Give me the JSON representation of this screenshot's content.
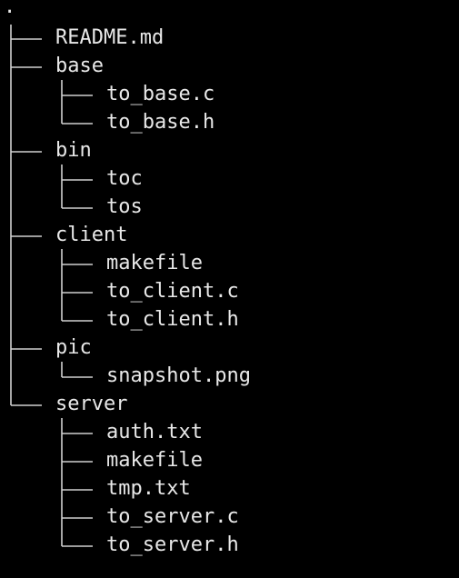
{
  "terminal": {
    "root": ".",
    "tree": [
      {
        "name": "README.md",
        "depth": 0,
        "kind": "file"
      },
      {
        "name": "base",
        "depth": 0,
        "kind": "dir"
      },
      {
        "name": "to_base.c",
        "depth": 1,
        "kind": "file"
      },
      {
        "name": "to_base.h",
        "depth": 1,
        "kind": "file"
      },
      {
        "name": "bin",
        "depth": 0,
        "kind": "dir"
      },
      {
        "name": "toc",
        "depth": 1,
        "kind": "file"
      },
      {
        "name": "tos",
        "depth": 1,
        "kind": "file"
      },
      {
        "name": "client",
        "depth": 0,
        "kind": "dir"
      },
      {
        "name": "makefile",
        "depth": 1,
        "kind": "file"
      },
      {
        "name": "to_client.c",
        "depth": 1,
        "kind": "file"
      },
      {
        "name": "to_client.h",
        "depth": 1,
        "kind": "file"
      },
      {
        "name": "pic",
        "depth": 0,
        "kind": "dir"
      },
      {
        "name": "snapshot.png",
        "depth": 1,
        "kind": "file"
      },
      {
        "name": "server",
        "depth": 0,
        "kind": "dir"
      },
      {
        "name": "auth.txt",
        "depth": 1,
        "kind": "file"
      },
      {
        "name": "makefile",
        "depth": 1,
        "kind": "file"
      },
      {
        "name": "tmp.txt",
        "depth": 1,
        "kind": "file"
      },
      {
        "name": "to_server.c",
        "depth": 1,
        "kind": "file"
      },
      {
        "name": "to_server.h",
        "depth": 1,
        "kind": "file"
      }
    ],
    "colors": {
      "background": "#000000",
      "text": "#e8e8e8",
      "lines": "#d0d0d0"
    }
  }
}
